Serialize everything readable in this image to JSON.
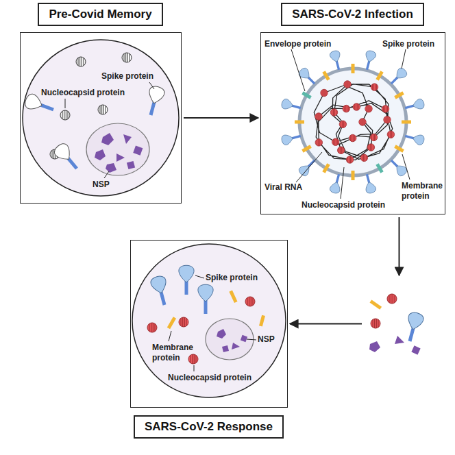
{
  "diagram": {
    "nodes": [
      {
        "text": [
          "Pre-Covid Memory"
        ]
      },
      {
        "text": [
          "SARS-CoV-2 Infection"
        ]
      },
      {
        "text": [
          "SARS-CoV-2 Response"
        ]
      }
    ],
    "edges": [
      {
        "from": 0,
        "to": 1,
        "arrow": "to"
      },
      {
        "from": 1,
        "to": 2,
        "arrow": "to"
      }
    ],
    "labels": [
      "Nucleocapsid protein",
      "Spike protein",
      "NSP",
      "Envelope protein",
      "Spike protein",
      "Viral RNA",
      "Membrane protein",
      "Nucleocapsid protein",
      "Spike protein",
      "Membrane protein",
      "Nucleocapsid protein",
      "NSP"
    ]
  }
}
